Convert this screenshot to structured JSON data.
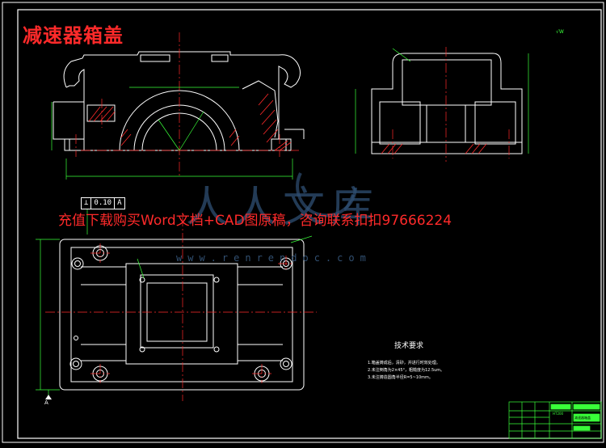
{
  "drawing": {
    "title": "减速器箱盖",
    "promo_text": "充值下载购买Word文档+CAD图原稿，咨询联系扣扣97666224",
    "watermark_cn": "人人文库",
    "watermark_url": "www.renrendoc.com",
    "corner_mark": "√W",
    "tolerance_frame": [
      "⊥",
      "0.10",
      "A"
    ],
    "datum_label": "A",
    "tech_requirements": {
      "title": "技术要求",
      "items": [
        "1.箱盖铸成后，清砂，并进行时效处理。",
        "2.未注倒角为2×45°，粗糙度为12.5um。",
        "3.未注铸造圆角半径R=5~10mm。"
      ]
    },
    "title_block": {
      "name": "减速器箱盖",
      "material": "HT200"
    }
  },
  "colors": {
    "background": "#000000",
    "outline": "#ffffff",
    "center_line": "#ff2a2a",
    "dimension": "#39ff39",
    "hatch": "#ff2a2a",
    "title_text": "#ff2a2a"
  }
}
